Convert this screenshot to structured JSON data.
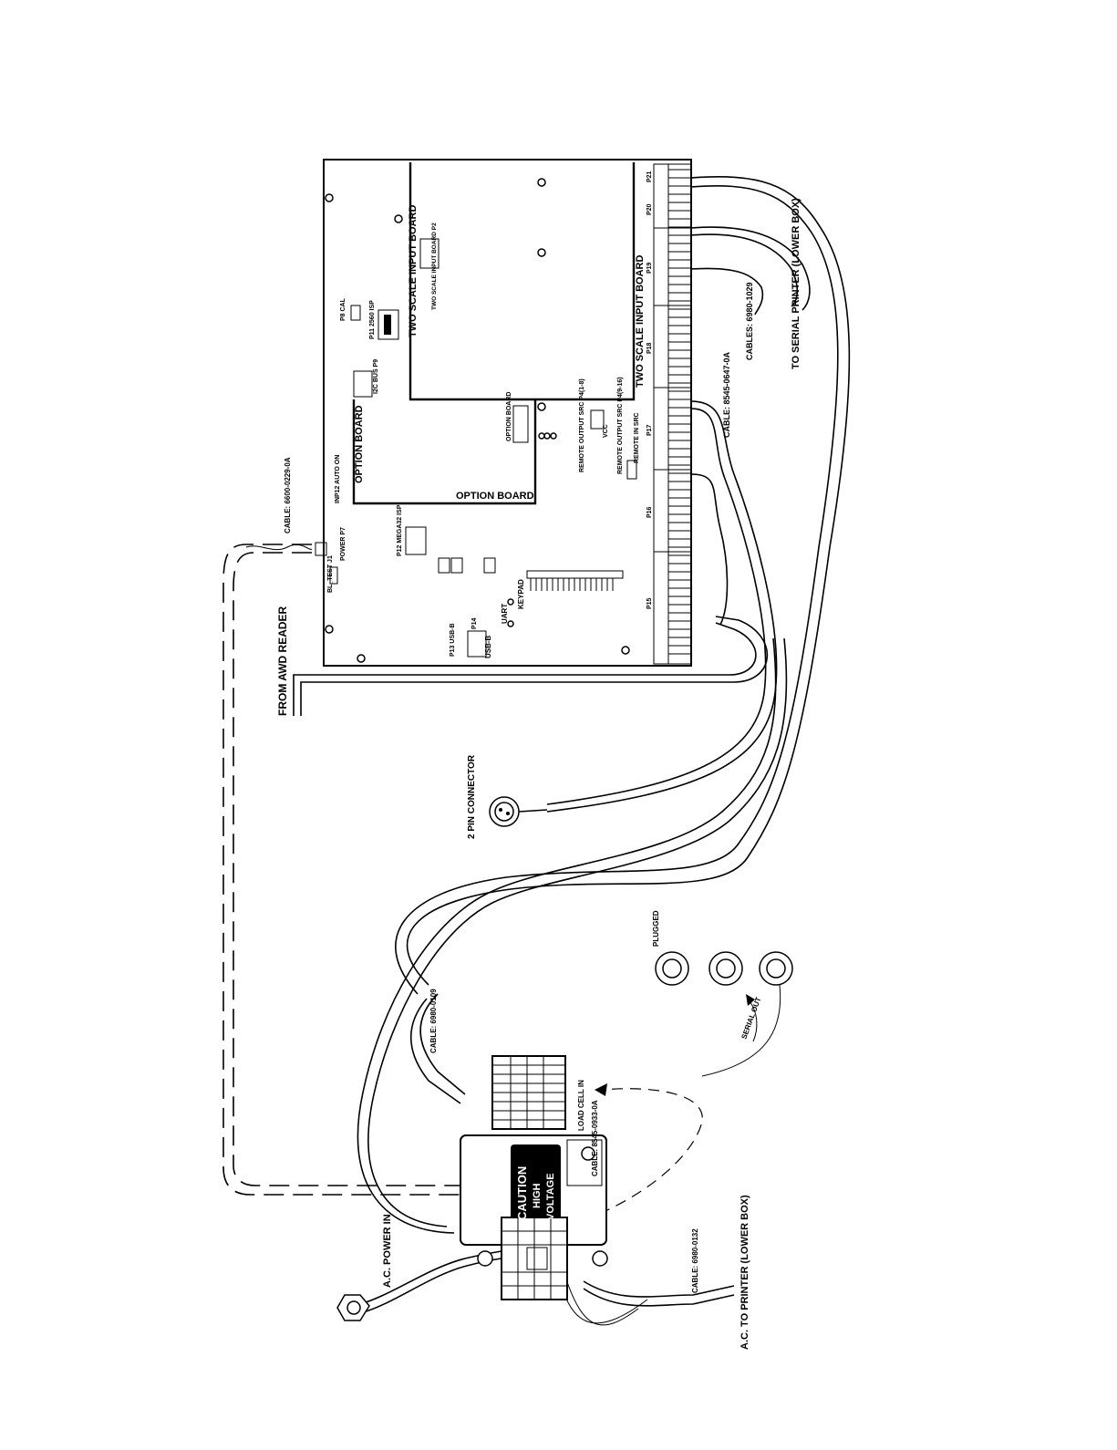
{
  "labels": {
    "two_scale_board_top": "TWO SCALE INPUT BOARD",
    "two_scale_board_bottom": "TWO SCALE INPUT BOARD",
    "two_scale_board_p2": "TWO SCALE INPUT BOARD P2",
    "option_board_top": "OPTION BOARD",
    "option_board_bottom": "OPTION BOARD",
    "option_board_p1": "OPTION BOARD",
    "isp_2560": "P11 2560 ISP",
    "p8_cal": "P8 CAL",
    "i2c_bus": "I2C BUS P9",
    "auto_on": "INP12 AUTO ON",
    "mega32_isp": "P12 MEGA32 ISP",
    "power_p7": "POWER P7",
    "bl_test": "BL_TEST J1",
    "keypad": "KEYPAD",
    "uart": "UART",
    "usb_b_p13": "P13 USB-B",
    "usb_b": "USB-B",
    "p14": "P14",
    "remote_output_src_1": "REMOTE OUTPUT SRC P4(1-8)",
    "remote_output_src_2": "REMOTE OUTPUT SRC P4(9-16)",
    "remote_in_src": "REMOTE IN SRC",
    "vcc": "VCC",
    "p15": "P15",
    "p16": "P16",
    "p17": "P17",
    "p18": "P18",
    "p19": "P19",
    "p20": "P20",
    "p21": "P21",
    "cable_power": "CABLE: 6600-0229-0A",
    "cable_serial": "CABLES: 6980-1029",
    "to_serial_printer": "TO SERIAL PRINTER (LOWER BOX)",
    "cable_8545": "CABLE: 8545-0647-0A",
    "from_awd_reader": "FROM AWD READER",
    "two_pin_connector": "2 PIN CONNECTOR",
    "cable_6980_0109": "CABLE: 6980-0109",
    "load_cell_in": "LOAD CELL IN",
    "cable_8545_0933": "CABLE: 8545-0933-0A",
    "caution": "CAUTION",
    "high": "HIGH",
    "voltage": "VOLTAGE",
    "plugged": "PLUGGED",
    "serial_out": "SERIAL OUT",
    "ac_power_in": "A.C. POWER IN",
    "cable_6980_0132": "CABLE: 6980-0132",
    "ac_to_printer": "A.C. TO PRINTER (LOWER BOX)"
  }
}
